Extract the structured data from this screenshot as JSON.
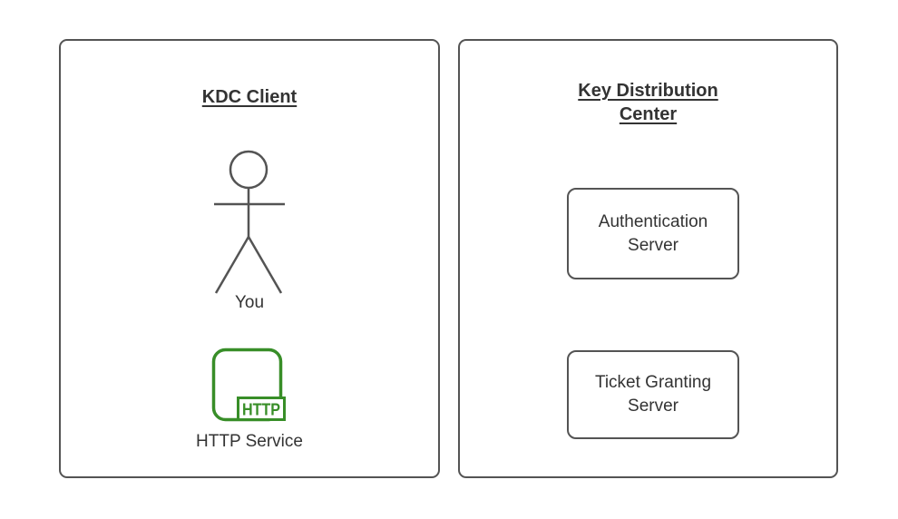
{
  "panels": {
    "client": {
      "title": "KDC Client",
      "actor_label": "You",
      "badge": "HTTP",
      "service_label": "HTTP Service"
    },
    "kdc": {
      "title": "Key Distribution Center",
      "servers": [
        {
          "label": "Authentication Server"
        },
        {
          "label": "Ticket Granting Server"
        }
      ]
    }
  },
  "colors": {
    "stroke": "#545454",
    "text": "#333333",
    "accent_green": "#388E28",
    "background": "#ffffff"
  }
}
